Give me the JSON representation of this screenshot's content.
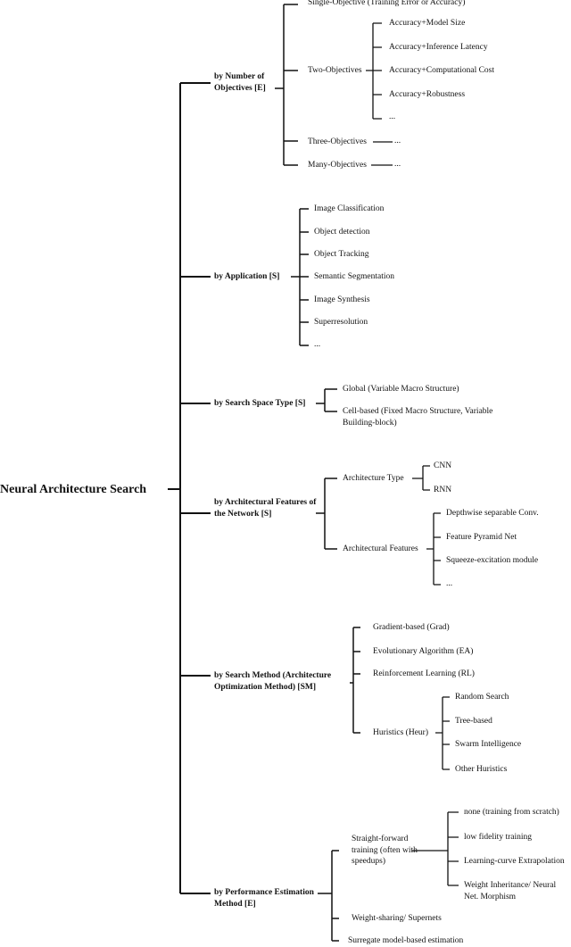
{
  "root": "Neural Architecture Search",
  "categories": [
    {
      "label": "by Number of Objectives [E]",
      "children": [
        {
          "label": "Single-Objective (Training Error or Accuracy)"
        },
        {
          "label": "Two-Objectives",
          "children": [
            {
              "label": "Accuracy+Model Size"
            },
            {
              "label": "Accuracy+Inference Latency"
            },
            {
              "label": "Accuracy+Computational Cost"
            },
            {
              "label": "Accuracy+Robustness"
            },
            {
              "label": "..."
            }
          ]
        },
        {
          "label": "Three-Objectives",
          "children": [
            {
              "label": "..."
            }
          ]
        },
        {
          "label": "Many-Objectives",
          "children": [
            {
              "label": "..."
            }
          ]
        }
      ]
    },
    {
      "label": "by Application [S]",
      "children": [
        {
          "label": "Image Classification"
        },
        {
          "label": "Object detection"
        },
        {
          "label": "Object Tracking"
        },
        {
          "label": "Semantic Segmentation"
        },
        {
          "label": "Image Synthesis"
        },
        {
          "label": "Superresolution"
        },
        {
          "label": "..."
        }
      ]
    },
    {
      "label": "by Search Space Type [S]",
      "children": [
        {
          "label": "Global (Variable Macro Structure)"
        },
        {
          "label": "Cell-based (Fixed Macro Structure, Variable Building-block)"
        }
      ]
    },
    {
      "label": "by Architectural Features of the Network [S]",
      "children": [
        {
          "label": "Architecture Type",
          "children": [
            {
              "label": "CNN"
            },
            {
              "label": "RNN"
            }
          ]
        },
        {
          "label": "Architectural Features",
          "children": [
            {
              "label": "Depthwise separable Conv."
            },
            {
              "label": "Feature Pyramid Net"
            },
            {
              "label": "Squeeze-excitation module"
            },
            {
              "label": "..."
            }
          ]
        }
      ]
    },
    {
      "label": "by Search Method (Architecture Optimization Method) [SM]",
      "children": [
        {
          "label": "Gradient-based (Grad)"
        },
        {
          "label": "Evolutionary Algorithm (EA)"
        },
        {
          "label": "Reinforcement Learning (RL)"
        },
        {
          "label": "Huristics (Heur)",
          "children": [
            {
              "label": "Random Search"
            },
            {
              "label": "Tree-based"
            },
            {
              "label": "Swarm Intelligence"
            },
            {
              "label": "Other Huristics"
            }
          ]
        }
      ]
    },
    {
      "label": "by Performance Estimation Method [E]",
      "children": [
        {
          "label": "Straight-forward training (often with speedups)",
          "children": [
            {
              "label": "none (training from scratch)"
            },
            {
              "label": "low fidelity training"
            },
            {
              "label": "Learning-curve Extrapolation"
            },
            {
              "label": "Weight Inheritance/ Neural Net. Morphism"
            }
          ]
        },
        {
          "label": "Weight-sharing/ Supernets"
        },
        {
          "label": "Surregate model-based estimation"
        }
      ]
    }
  ]
}
